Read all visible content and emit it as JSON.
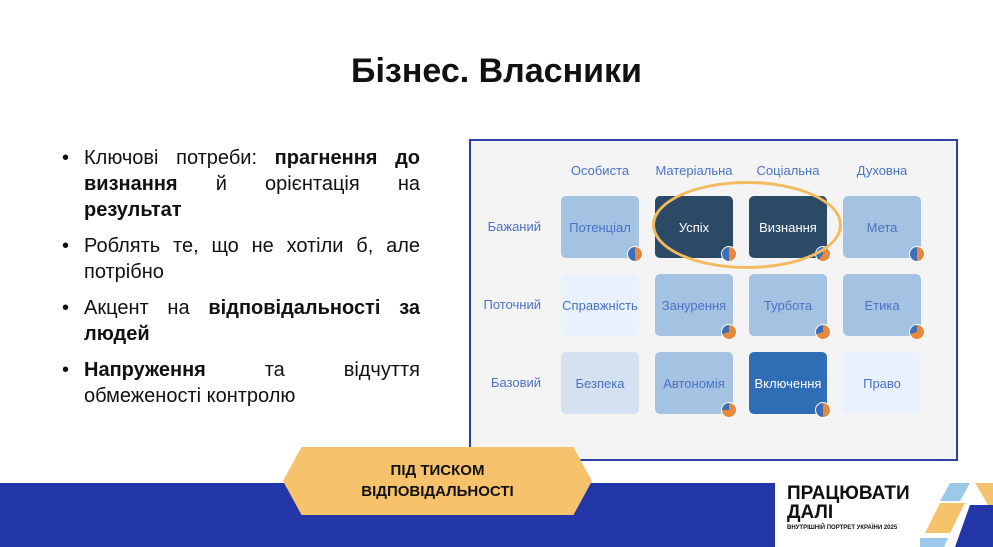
{
  "title": "Бізнес. Власники",
  "bullets": [
    [
      {
        "t": "Ключові потреби: ",
        "b": false
      },
      {
        "t": "прагнення до визнання",
        "b": true
      },
      {
        "t": " й орієнтація на ",
        "b": false
      },
      {
        "t": "результат",
        "b": true
      }
    ],
    [
      {
        "t": "Роблять те, що не хотіли б, але потрібно",
        "b": false
      }
    ],
    [
      {
        "t": "Акцент на ",
        "b": false
      },
      {
        "t": "відповідальності за людей",
        "b": true
      }
    ],
    [
      {
        "t": "Напруження",
        "b": true
      },
      {
        "t": " та відчуття обмеженості контролю",
        "b": false
      }
    ]
  ],
  "grid": {
    "columns": [
      "Особиста",
      "Матеріальна",
      "Соціальна",
      "Духовна"
    ],
    "rows": [
      "Бажаний",
      "Поточний",
      "Базовий"
    ],
    "cells": [
      [
        {
          "label": "Потенціал",
          "bg": "#a4c2e2",
          "fg": "#4a72c4",
          "orange": 0.5
        },
        {
          "label": "Успіх",
          "bg": "#2b4a66",
          "fg": "#ffffff",
          "orange": 0.5
        },
        {
          "label": "Визнання",
          "bg": "#2b4a66",
          "fg": "#ffffff",
          "orange": 0.6
        },
        {
          "label": "Мета",
          "bg": "#a4c2e2",
          "fg": "#4a72c4",
          "orange": 0.5
        }
      ],
      [
        {
          "label": "Справжність",
          "bg": "#e8f1fc",
          "fg": "#4a72c4",
          "orange": null
        },
        {
          "label": "Занурення",
          "bg": "#a4c2e2",
          "fg": "#4a72c4",
          "orange": 0.7
        },
        {
          "label": "Турбота",
          "bg": "#a4c2e2",
          "fg": "#4a72c4",
          "orange": 0.7
        },
        {
          "label": "Етика",
          "bg": "#a4c2e2",
          "fg": "#4a72c4",
          "orange": 0.7
        }
      ],
      [
        {
          "label": "Безпека",
          "bg": "#d3e1f1",
          "fg": "#4a72c4",
          "orange": null
        },
        {
          "label": "Автономія",
          "bg": "#a4c2e2",
          "fg": "#4a72c4",
          "orange": 0.75
        },
        {
          "label": "Включення",
          "bg": "#2f6db5",
          "fg": "#ffffff",
          "orange": 0.5
        },
        {
          "label": "Право",
          "bg": "#e8f1fc",
          "fg": "#4a72c4",
          "orange": null
        }
      ]
    ]
  },
  "banner": [
    "ПІД ТИСКОМ",
    "ВІДПОВІДАЛЬНОСТІ"
  ],
  "logo": {
    "line1": "ПРАЦЮВАТИ",
    "line2": "ДАЛІ",
    "subtitle": "ВНУТРІШНІЙ ПОРТРЕТ УКРАЇНИ 2025"
  },
  "colors": {
    "pie_blue": "#3d6fb6",
    "pie_orange": "#e8883a",
    "accent": "#f3bb60",
    "brand": "#2336a8"
  }
}
